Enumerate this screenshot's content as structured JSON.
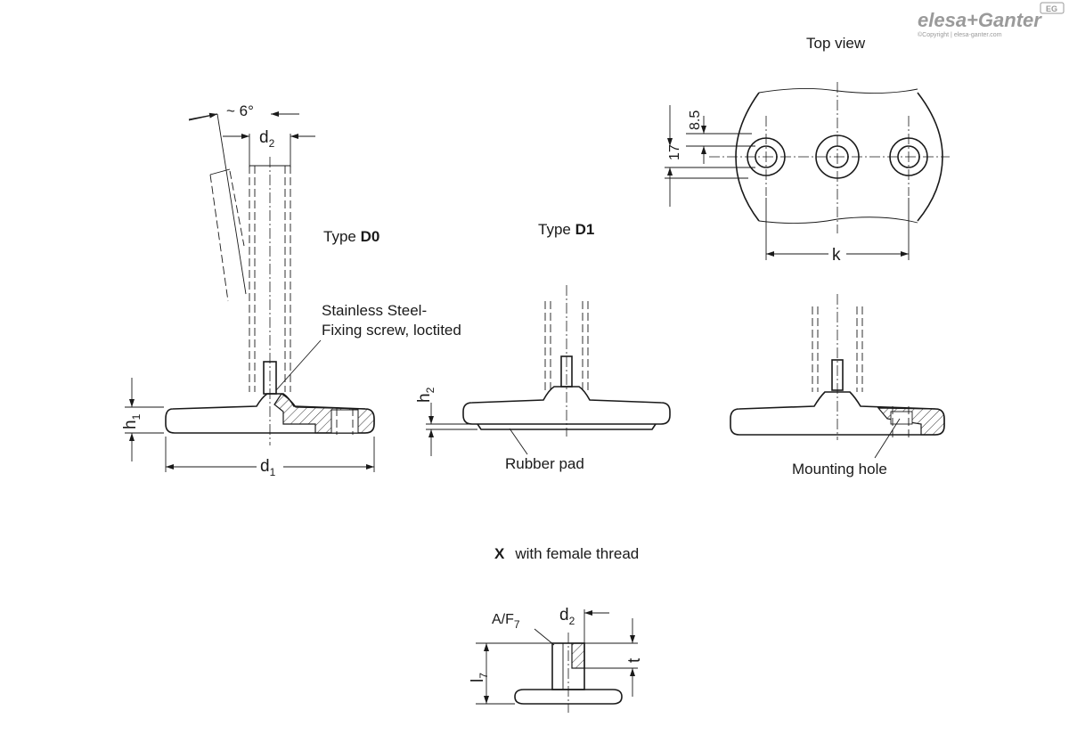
{
  "logo": {
    "brand": "elesa+Ganter",
    "copyright": "©Copyright | elesa-ganter.com",
    "badge": "EG"
  },
  "labels": {
    "top_view": "Top view",
    "type_d0_prefix": "Type ",
    "type_d0_code": "D0",
    "type_d1_prefix": "Type ",
    "type_d1_code": "D1",
    "screw_line1": "Stainless Steel-",
    "screw_line2": "Fixing screw, loctited",
    "rubber_pad": "Rubber pad",
    "mounting_hole": "Mounting hole",
    "variant_code": "X",
    "variant_text": "with female thread"
  },
  "dimensions": {
    "angle": "~ 6°",
    "d2": "d",
    "d2_sub": "2",
    "d1": "d",
    "d1_sub": "1",
    "h1": "h",
    "h1_sub": "1",
    "h2": "h",
    "h2_sub": "2",
    "dim_8_5": "8.5",
    "dim_17": "17",
    "k": "k",
    "af": "A/F",
    "af_sub": "7",
    "l7": "l",
    "l7_sub": "7",
    "t": "t",
    "d2x": "d",
    "d2x_sub": "2"
  }
}
